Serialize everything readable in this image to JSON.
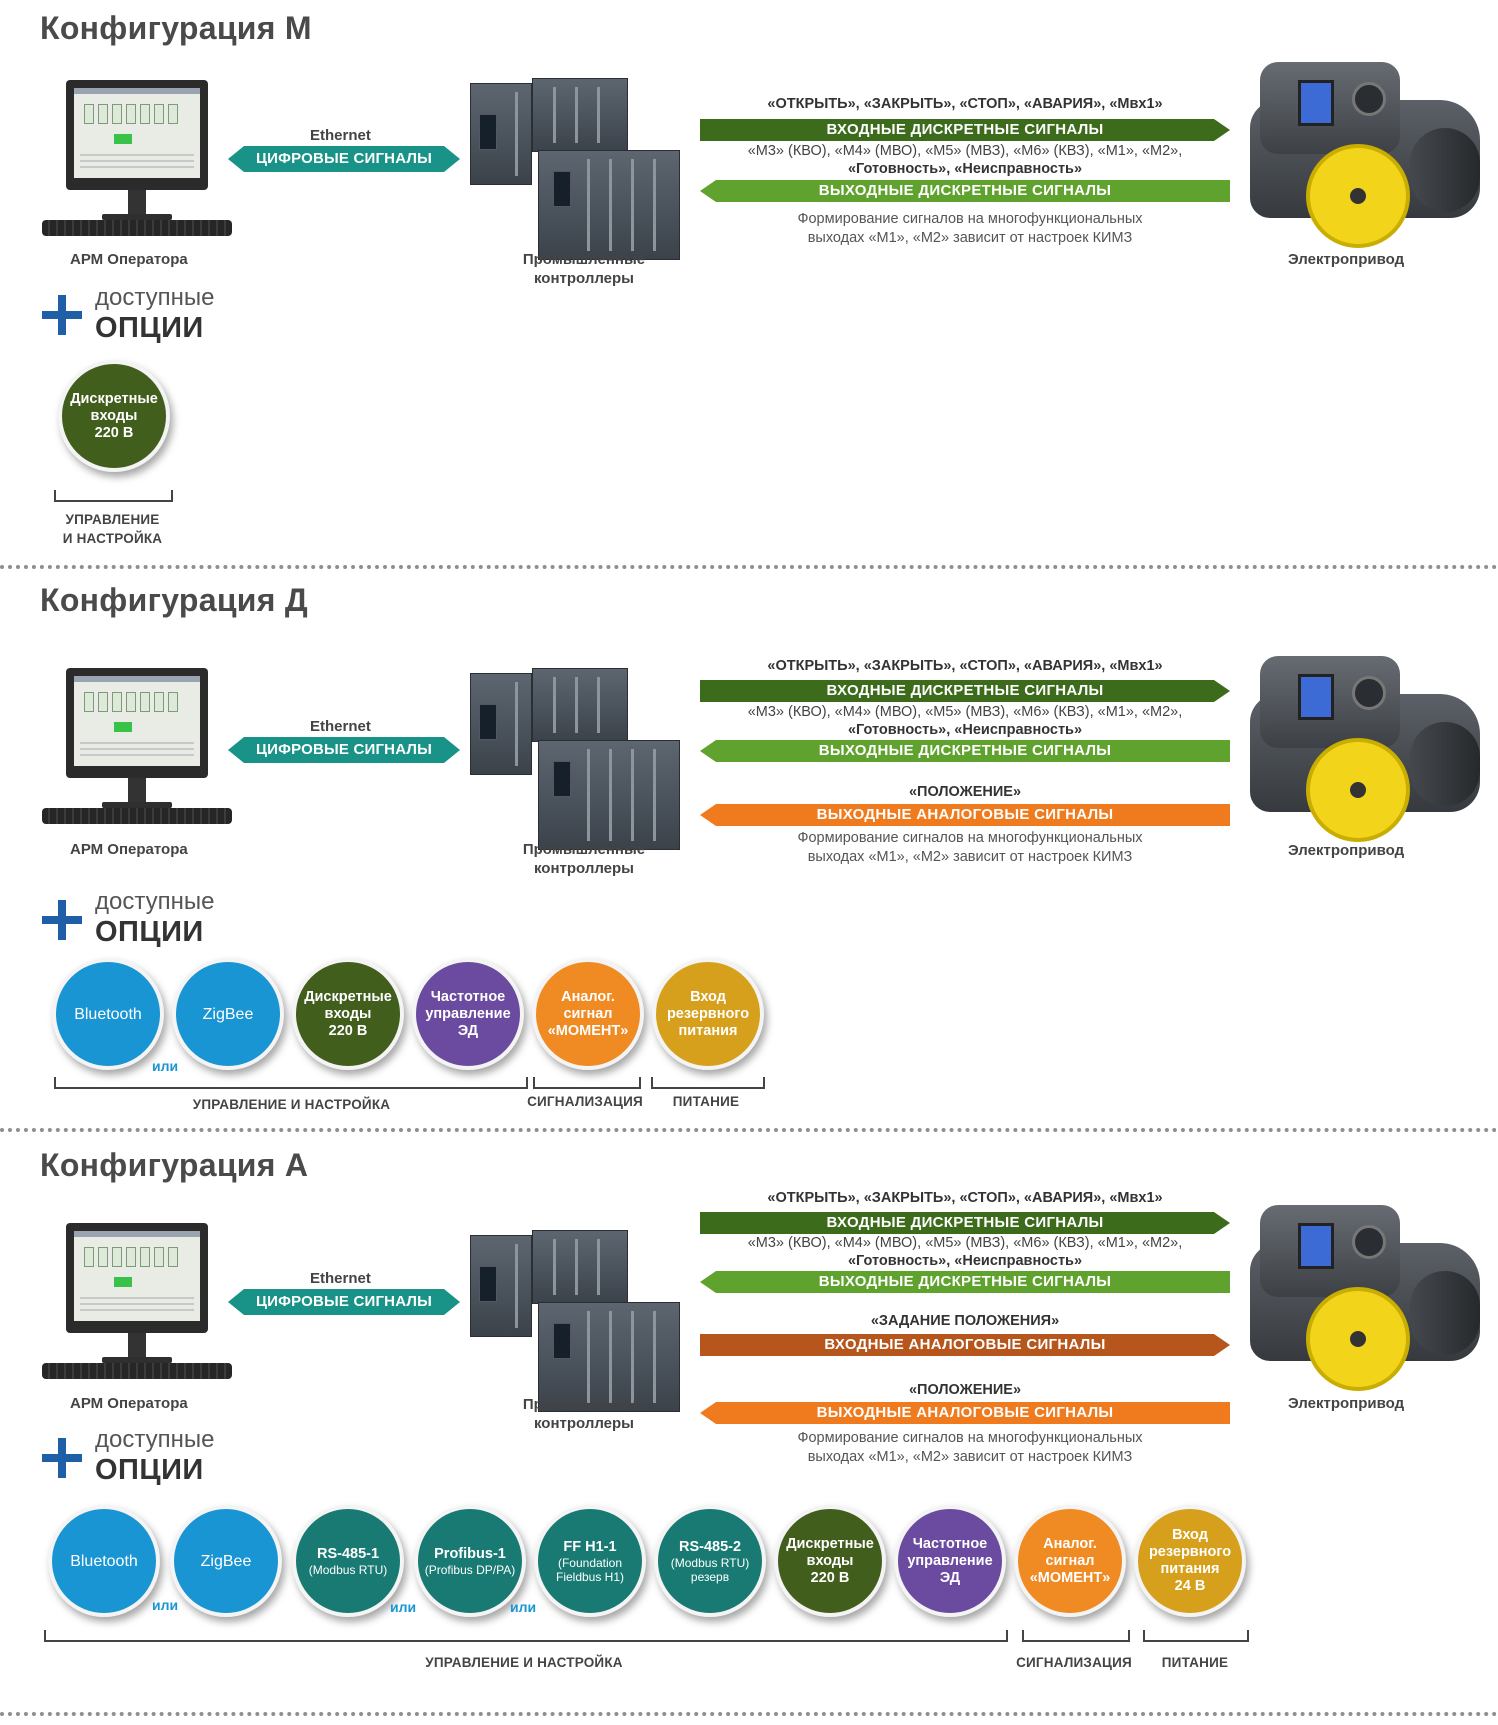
{
  "common": {
    "operator_label": "АРМ Оператора",
    "ethernet_label": "Ethernet",
    "digital_signals": "ЦИФРОВЫЕ СИГНАЛЫ",
    "controllers_label_1": "Промышленные",
    "controllers_label_2": "контроллеры",
    "actuator_label": "Электропривод",
    "in_discrete_title": "«ОТКРЫТЬ», «ЗАКРЫТЬ», «СТОП», «АВАРИЯ», «Мвх1»",
    "in_discrete_arrow": "ВХОДНЫЕ ДИСКРЕТНЫЕ СИГНАЛЫ",
    "out_discrete_line1": "«М3» (КВО), «М4» (МВО), «М5» (МВЗ), «М6» (КВЗ), «М1», «М2»,",
    "out_discrete_line2": "«Готовность», «Неисправность»",
    "out_discrete_arrow": "ВЫХОДНЫЕ ДИСКРЕТНЫЕ СИГНАЛЫ",
    "position_title": "«ПОЛОЖЕНИЕ»",
    "out_analog_arrow": "ВЫХОДНЫЕ АНАЛОГОВЫЕ СИГНАЛЫ",
    "set_position_title": "«ЗАДАНИЕ ПОЛОЖЕНИЯ»",
    "in_analog_arrow": "ВХОДНЫЕ АНАЛОГОВЫЕ СИГНАЛЫ",
    "note_line1": "Формирование сигналов на многофункциональных",
    "note_line2": "выходах «М1», «М2» зависит от настроек КИМЗ",
    "options_line1": "доступные",
    "options_line2": "ОПЦИИ",
    "or": "или"
  },
  "configs": [
    {
      "title": "Конфигурация М",
      "options": [
        {
          "line1": "Дискретные",
          "line2": "входы",
          "line3": "220 В"
        }
      ],
      "captions": [
        "УПРАВЛЕНИЕ",
        "И НАСТРОЙКА"
      ]
    },
    {
      "title": "Конфигурация Д",
      "options": [
        {
          "label": "Bluetooth"
        },
        {
          "label": "ZigBee"
        },
        {
          "line1": "Дискретные",
          "line2": "входы",
          "line3": "220 В"
        },
        {
          "line1": "Частотное",
          "line2": "управление",
          "line3": "ЭД"
        },
        {
          "line1": "Аналог.",
          "line2": "сигнал",
          "line3": "«МОМЕНТ»"
        },
        {
          "line1": "Вход",
          "line2": "резервного",
          "line3": "питания"
        }
      ],
      "captions": [
        "УПРАВЛЕНИЕ И НАСТРОЙКА",
        "СИГНАЛИЗАЦИЯ",
        "ПИТАНИЕ"
      ]
    },
    {
      "title": "Конфигурация А",
      "options": [
        {
          "label": "Bluetooth"
        },
        {
          "label": "ZigBee"
        },
        {
          "line1": "RS-485-1",
          "sub": "(Modbus RTU)"
        },
        {
          "line1": "Profibus-1",
          "sub": "(Profibus DP/PA)"
        },
        {
          "line1": "FF H1-1",
          "sub1": "(Foundation",
          "sub2": "Fieldbus H1)"
        },
        {
          "line1": "RS-485-2",
          "sub1": "(Modbus RTU)",
          "sub2": "резерв"
        },
        {
          "line1": "Дискретные",
          "line2": "входы",
          "line3": "220 В"
        },
        {
          "line1": "Частотное",
          "line2": "управление",
          "line3": "ЭД"
        },
        {
          "line1": "Аналог.",
          "line2": "сигнал",
          "line3": "«МОМЕНТ»"
        },
        {
          "line1": "Вход",
          "line2": "резервного",
          "line3": "питания",
          "line4": "24 В"
        }
      ],
      "captions": [
        "УПРАВЛЕНИЕ И НАСТРОЙКА",
        "СИГНАЛИЗАЦИЯ",
        "ПИТАНИЕ"
      ]
    }
  ],
  "colors": {
    "digital": "#199388",
    "in_discrete": "#3d6b1c",
    "out_discrete": "#5fa22d",
    "out_analog": "#f07b1e",
    "in_analog": "#b6561c",
    "bluetooth": "#1a95d3",
    "discrete_inputs": "#415e1d",
    "frequency": "#6b4ba0",
    "moment": "#f08a23",
    "power": "#d6a01d",
    "fieldbus": "#187a72"
  }
}
